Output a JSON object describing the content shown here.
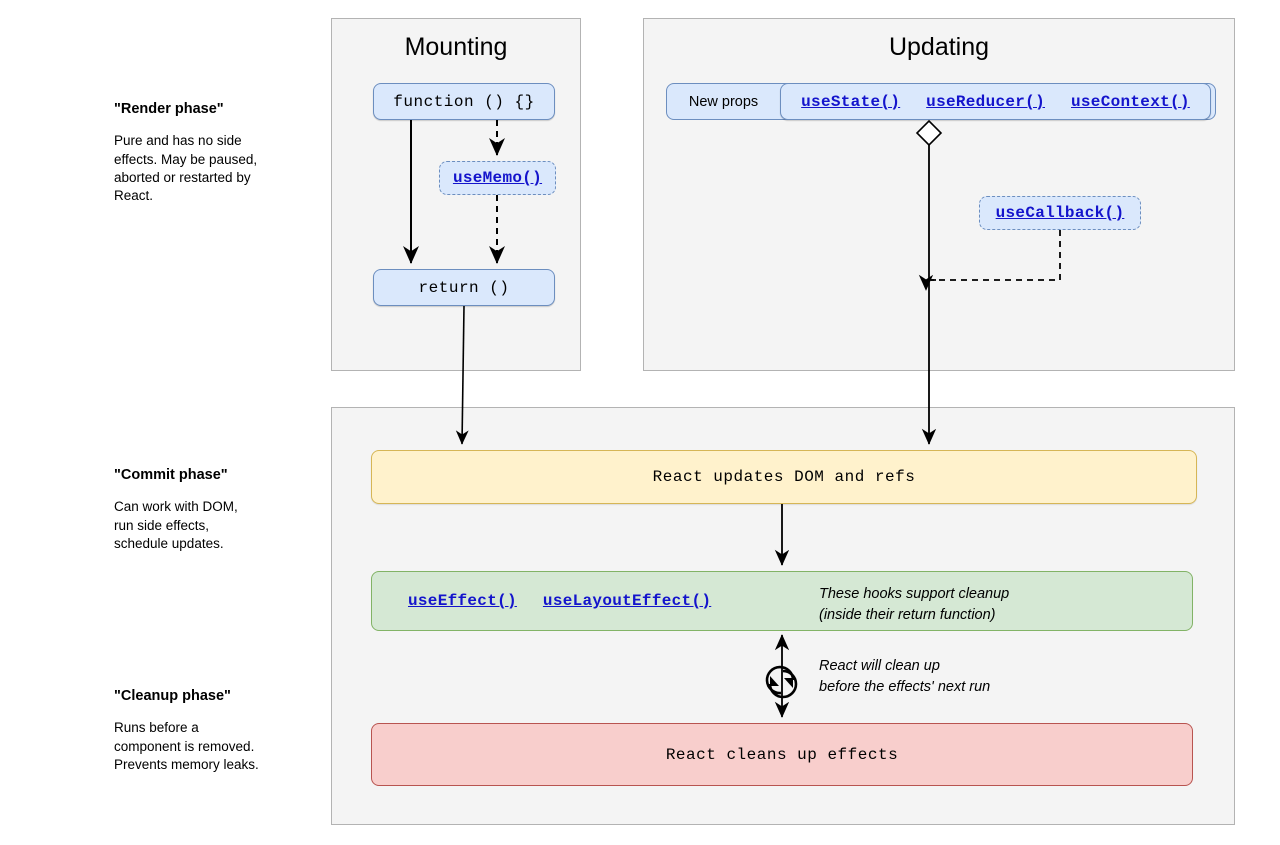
{
  "legend": [
    {
      "id": "render",
      "title": "\"Render phase\"",
      "body": "Pure and has no side\neffects. May be paused,\naborted or restarted by\nReact."
    },
    {
      "id": "commit",
      "title": "\"Commit phase\"",
      "body": "Can work with DOM,\nrun side effects,\nschedule updates."
    },
    {
      "id": "cleanup",
      "title": "\"Cleanup phase\"",
      "body": "Runs before a\ncomponent is removed.\nPrevents memory leaks."
    }
  ],
  "panels": {
    "mounting": {
      "title": "Mounting"
    },
    "updating": {
      "title": "Updating"
    },
    "commit": {
      "title": ""
    }
  },
  "mounting": {
    "function_node": "function () {}",
    "usememo_node": "useMemo()",
    "return_node": "return ()"
  },
  "updating": {
    "new_props": "New props",
    "hooks": [
      "useState()",
      "useReducer()",
      "useContext()"
    ],
    "usecallback_node": "useCallback()"
  },
  "commit": {
    "dom_node": "React updates DOM and refs",
    "effects_hooks": [
      "useEffect()",
      "useLayoutEffect()"
    ],
    "effects_note": "These hooks support cleanup\n(inside their return function)",
    "loop_note": "React will clean up\nbefore the effects' next run",
    "cleanup_node": "React cleans up effects"
  },
  "colors": {
    "panel_bg": "#f4f4f4",
    "panel_border": "#b3b3b3",
    "blue_fill": "#dae8fc",
    "blue_border": "#6c8ebf",
    "yellow_fill": "#fff2cc",
    "yellow_border": "#d6b656",
    "green_fill": "#d5e8d4",
    "green_border": "#82b366",
    "red_fill": "#f8cecc",
    "red_border": "#b85450",
    "link": "#1414cc",
    "stroke": "#000000"
  }
}
